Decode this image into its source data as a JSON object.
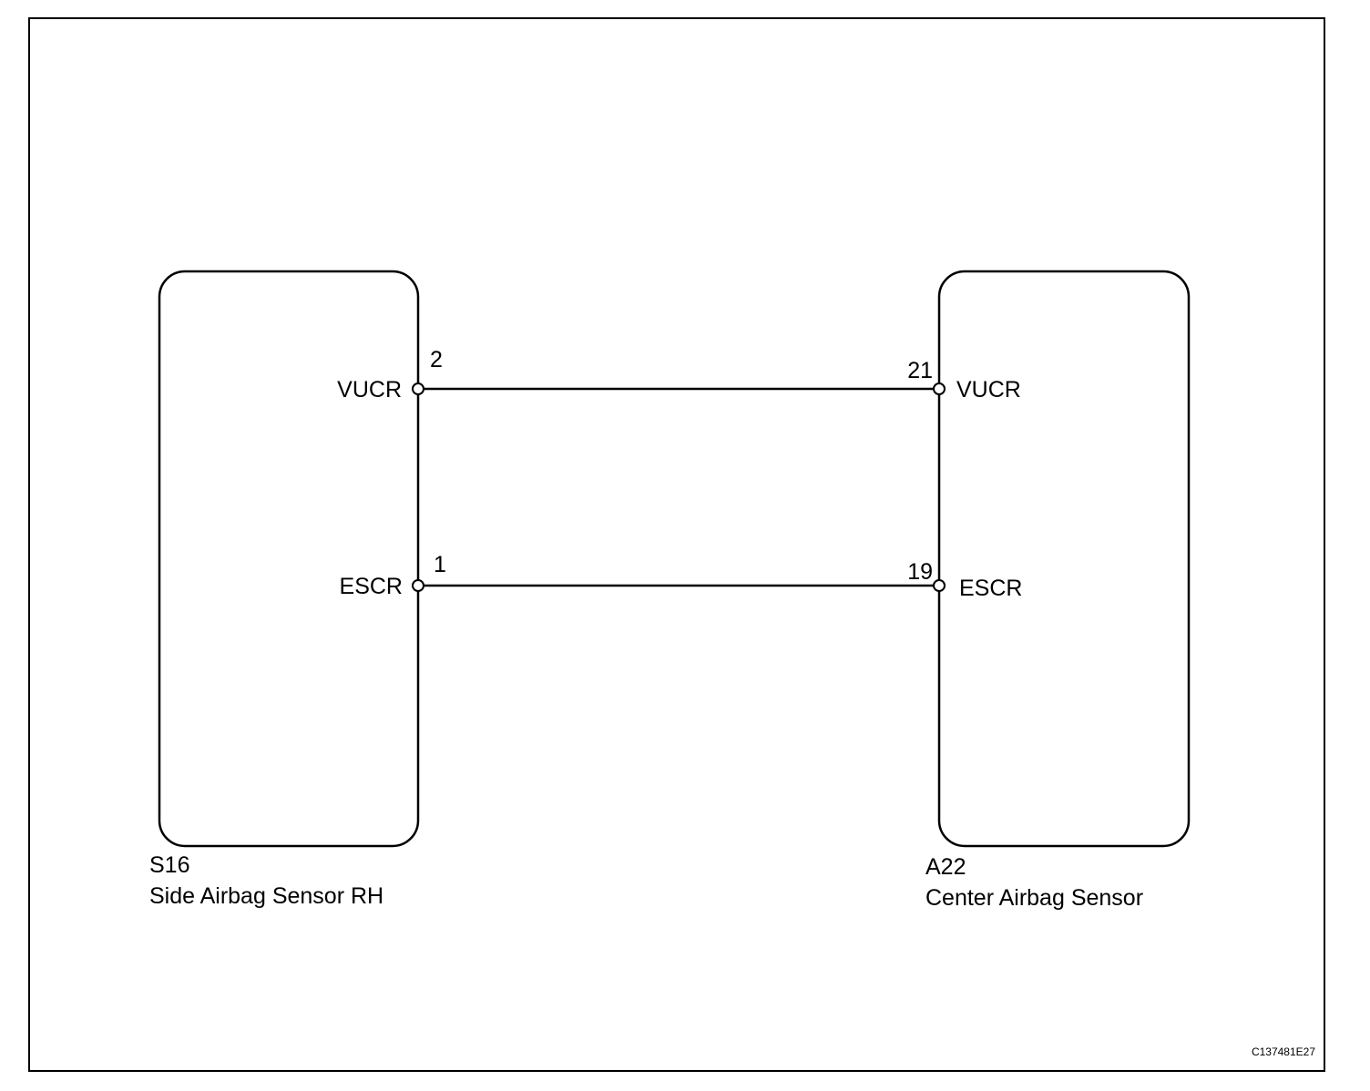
{
  "diagram": {
    "image_code": "C137481E27",
    "left_component": {
      "code": "S16",
      "name": "Side Airbag Sensor RH",
      "terminals": [
        {
          "pin": "2",
          "signal": "VUCR"
        },
        {
          "pin": "1",
          "signal": "ESCR"
        }
      ]
    },
    "right_component": {
      "code": "A22",
      "name": "Center Airbag Sensor",
      "terminals": [
        {
          "pin": "21",
          "signal": "VUCR"
        },
        {
          "pin": "19",
          "signal": "ESCR"
        }
      ]
    },
    "connections": [
      {
        "from": "S16-2",
        "to": "A22-21",
        "signal": "VUCR"
      },
      {
        "from": "S16-1",
        "to": "A22-19",
        "signal": "ESCR"
      }
    ]
  }
}
